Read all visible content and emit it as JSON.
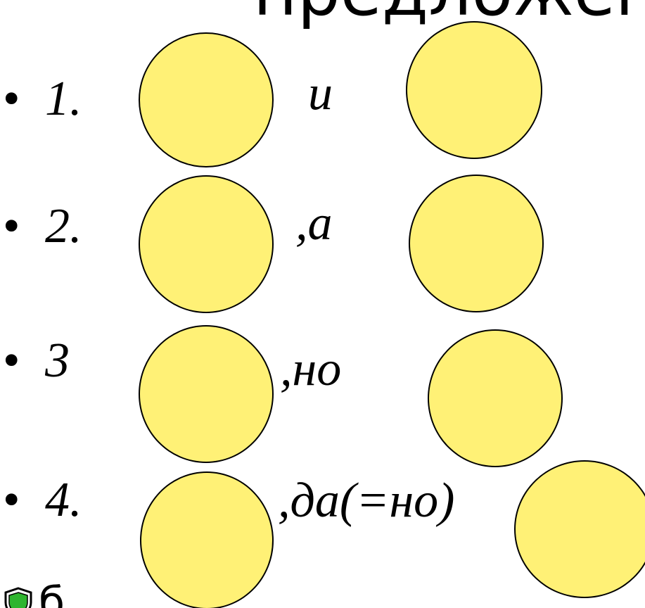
{
  "slide": {
    "title": "предложен",
    "bullet_glyph": "•",
    "circle_fill": "#fff176",
    "circle_stroke": "#000000",
    "footer_letter": "б",
    "footer_icon": "green-shield-icon",
    "items": [
      {
        "number": "1.",
        "conjunction": "и"
      },
      {
        "number": "2.",
        "conjunction": ",а"
      },
      {
        "number": "3",
        "conjunction": ",но"
      },
      {
        "number": "4.",
        "conjunction": ",да(=но)"
      }
    ]
  }
}
